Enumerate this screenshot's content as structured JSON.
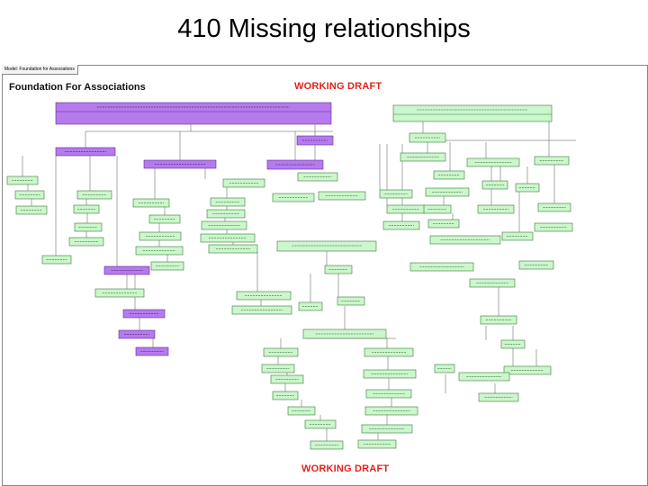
{
  "slide": {
    "title": "410  Missing relationships"
  },
  "document": {
    "tab_label": "Model: Foundation for Associations",
    "heading": "Foundation For Associations",
    "draft_label_top": "WORKING DRAFT",
    "draft_label_bottom": "WORKING DRAFT"
  },
  "colors": {
    "purple_box": "#b57bec",
    "purple_border": "#5e2a9a",
    "green_box": "#ccf6cc",
    "green_border": "#3a7a3a",
    "connector": "#555555",
    "draft_red": "#e2231a"
  }
}
